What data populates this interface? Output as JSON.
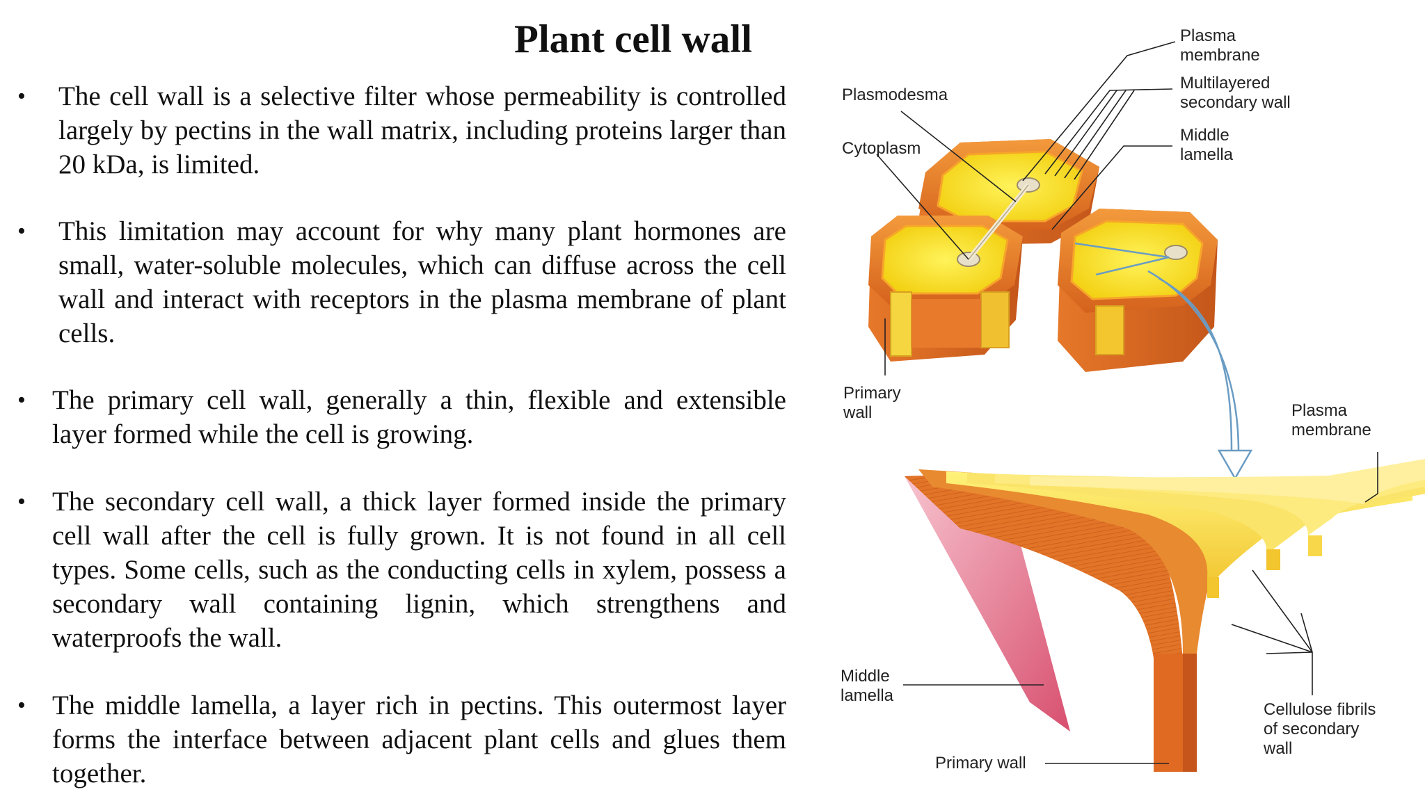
{
  "slide": {
    "title": "Plant cell wall",
    "bullet_symbol": "•",
    "bullets": [
      "The cell wall is a selective filter whose permeability is controlled largely by pectins in the wall matrix, including proteins larger than 20 kDa, is limited.",
      "This limitation may account for why many plant hormones are small, water-soluble molecules, which can diffuse across the cell wall and interact with receptors in the plasma membrane of plant cells.",
      "The primary cell wall, generally a thin, flexible and extensible layer formed while the cell is growing.",
      "The secondary cell wall, a thick layer formed inside the primary cell wall after the cell is fully grown. It is not found in all cell types. Some cells, such as the conducting cells in xylem, possess a secondary wall containing lignin, which strengthens and waterproofs the wall.",
      "The middle lamella, a layer rich in pectins. This outermost layer forms the interface between adjacent plant cells and glues them together."
    ]
  },
  "diagram": {
    "labels": {
      "plasma_membrane_top": "Plasma\nmembrane",
      "multilayered_secondary_wall": "Multilayered\nsecondary wall",
      "middle_lamella_top": "Middle\nlamella",
      "plasmodesma": "Plasmodesma",
      "cytoplasm": "Cytoplasm",
      "primary_wall_top": "Primary\nwall",
      "plasma_membrane_bottom": "Plasma\nmembrane",
      "middle_lamella_bottom": "Middle\nlamella",
      "cellulose_fibrils": "Cellulose fibrils\nof secondary\nwall",
      "primary_wall_bottom": "Primary wall"
    },
    "colors": {
      "wall_orange": "#e8782a",
      "wall_dark": "#c95a1a",
      "cytoplasm_yellow": "#f7e01a",
      "layer_yellow": "#fbe36a",
      "middle_lamella_pink": "#e26a8a",
      "arrow_blue": "#8fb8d8"
    }
  }
}
